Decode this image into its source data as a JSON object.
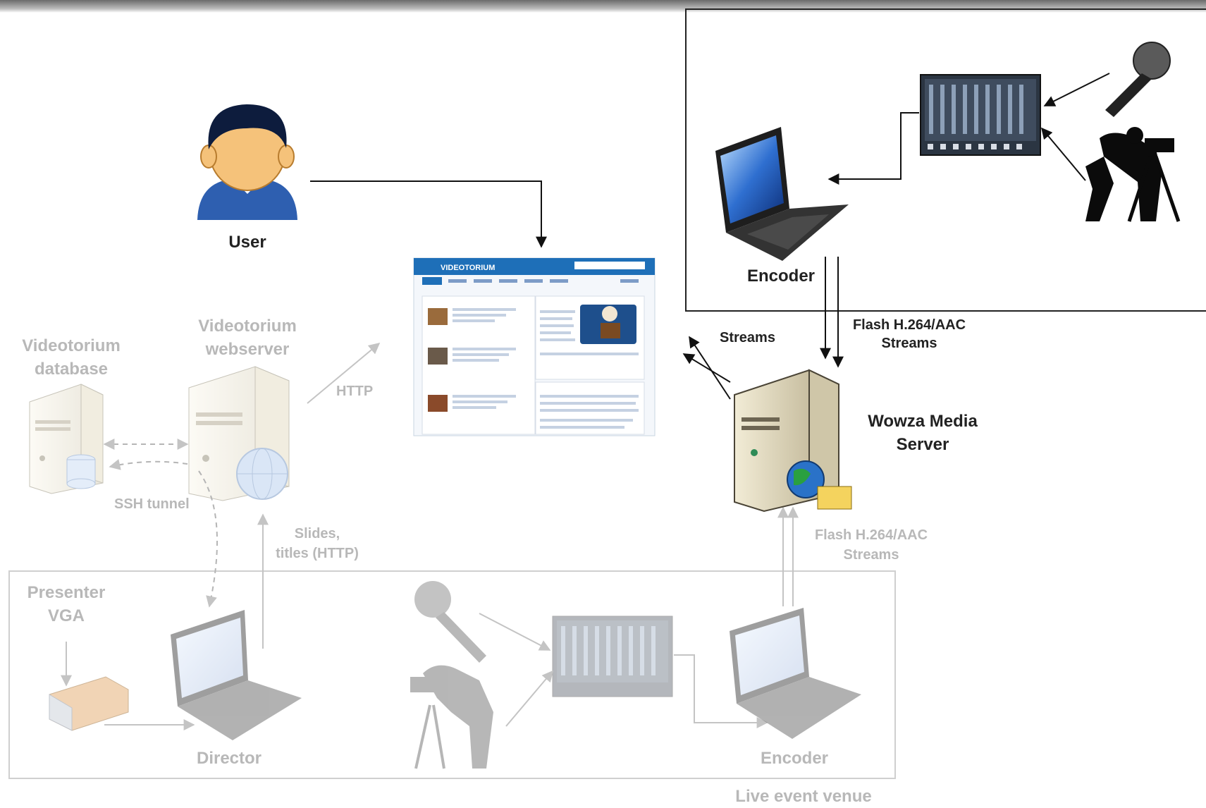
{
  "labels": {
    "user": "User",
    "videotorium_database": [
      "Videotorium",
      "database"
    ],
    "videotorium_webserver": [
      "Videotorium",
      "webserver"
    ],
    "http": "HTTP",
    "ssh_tunnel": "SSH tunnel",
    "slides_titles": [
      "Slides,",
      "titles (HTTP)"
    ],
    "presenter_vga": [
      "Presenter",
      "VGA"
    ],
    "director": "Director",
    "encoder_bottom": "Encoder",
    "live_event_venue": "Live event venue",
    "flash_streams_bottom": [
      "Flash H.264/AAC",
      "Streams"
    ],
    "streams": "Streams",
    "flash_streams_top": [
      "Flash H.264/AAC",
      "Streams"
    ],
    "wowza": [
      "Wowza Media",
      "Server"
    ],
    "encoder_top": "Encoder"
  },
  "website": {
    "logo": "VIDEOTORIUM"
  },
  "colors": {
    "dark_text": "#222222",
    "faded_text": "#b8b8b8",
    "site_header": "#1e6fb8"
  },
  "icons": [
    "user-icon",
    "database-server-icon",
    "web-server-icon",
    "laptop-icon",
    "microphone-icon",
    "camera-operator-icon",
    "audio-mixer-icon",
    "media-server-icon",
    "capture-device-icon",
    "globe-icon"
  ]
}
